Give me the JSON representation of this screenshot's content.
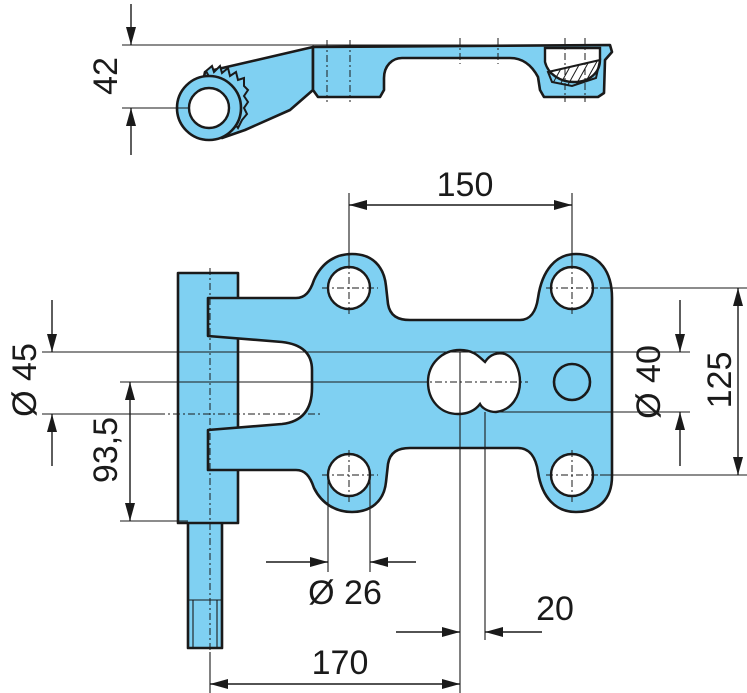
{
  "dimensions": {
    "height_top_view": "42",
    "hole_spacing_horizontal": "150",
    "hole_spacing_vertical": "125",
    "pin_diameter": "Ø 45",
    "center_hole_diameter": "Ø 40",
    "offset_vertical": "93,5",
    "mounting_hole_diameter": "Ø 26",
    "offset_horizontal": "20",
    "overall_offset": "170"
  },
  "colors": {
    "part_fill": "#7fd0f2",
    "outline": "#1a1a1a",
    "background": "#ffffff"
  }
}
